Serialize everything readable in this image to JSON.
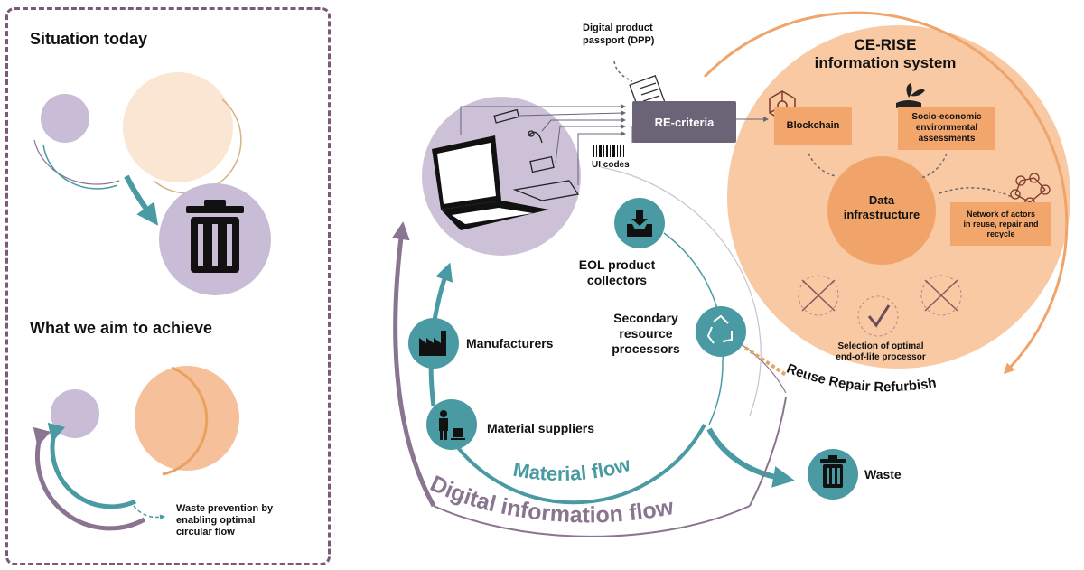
{
  "left_panel": {
    "heading_today": "Situation today",
    "heading_aim": "What we aim to achieve",
    "aim_caption_lines": [
      "Waste prevention by",
      "enabling optimal",
      "circular flow"
    ]
  },
  "dpp_lines": [
    "Digital product",
    "passport (DPP)"
  ],
  "re_criteria": "RE-criteria",
  "ui_codes": "UI codes",
  "cerise_title_lines": [
    "CE-RISE",
    "information system"
  ],
  "blockchain": "Blockchain",
  "socio_lines": [
    "Socio-economic",
    "environmental",
    "assessments"
  ],
  "data_infra_lines": [
    "Data",
    "infrastructure"
  ],
  "network_lines": [
    "Network of actors",
    "in reuse, repair and",
    "recycle"
  ],
  "selection_lines": [
    "Selection of optimal",
    "end-of-life processor"
  ],
  "reuse_label": "Reuse Repair Refurbish",
  "eol_lines": [
    "EOL product",
    "collectors"
  ],
  "secondary_lines": [
    "Secondary",
    "resource",
    "processors"
  ],
  "manufacturers": "Manufacturers",
  "material_suppliers": "Material suppliers",
  "material_flow": "Material flow",
  "digital_flow": "Digital information flow",
  "waste": "Waste",
  "colors": {
    "purple_dark": "#8a7590",
    "purple_light": "#cdc1d8",
    "teal": "#4a9aa3",
    "orange_light": "#f8c9a2",
    "orange_mid": "#f0a46a",
    "orange_box": "#f3a66b",
    "slate": "#6b6477"
  }
}
